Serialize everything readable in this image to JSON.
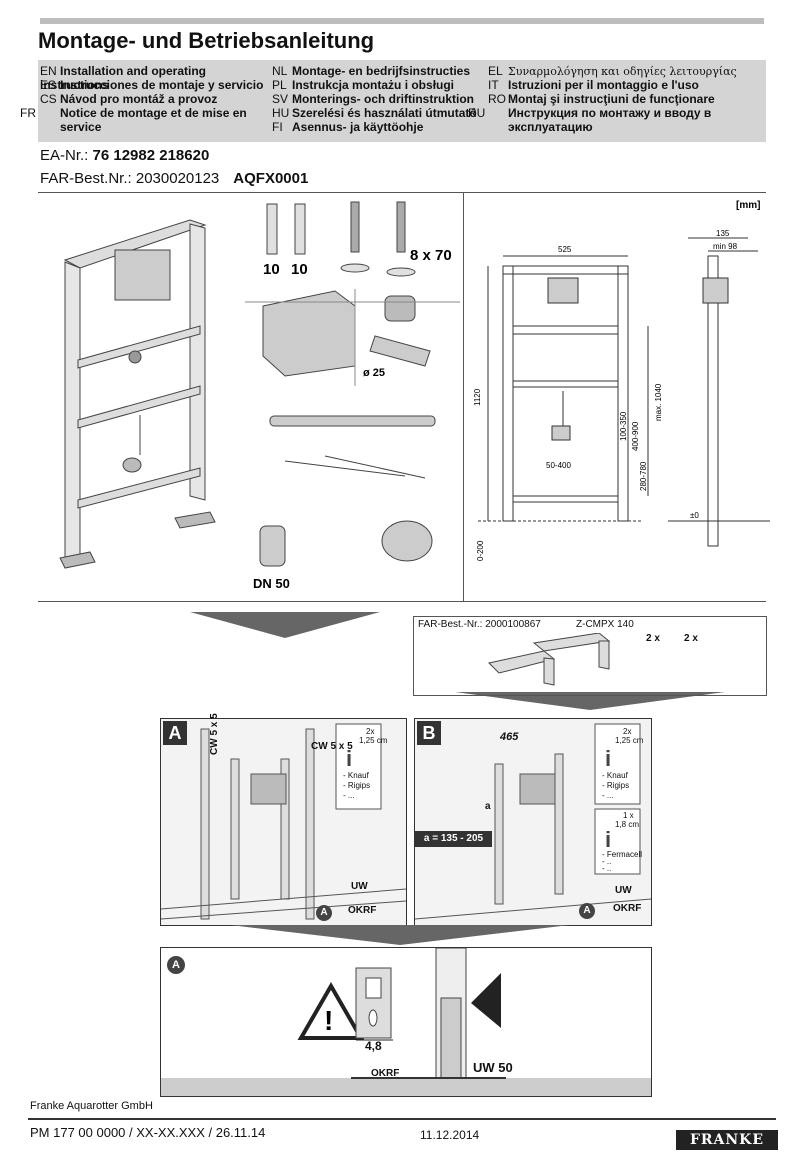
{
  "header": {
    "title": "Montage- und Betriebsanleitung"
  },
  "languages": [
    {
      "code": "EN",
      "text": "Installation and operating instructions"
    },
    {
      "code": "ES",
      "text": "Instrucciones de montaje y servicio"
    },
    {
      "code": "CS",
      "text": "Návod pro montáž a provoz"
    },
    {
      "code": "FR",
      "text": "Notice de montage et de mise en service"
    },
    {
      "code": "NL",
      "text": "Montage- en bedrijfsinstructies"
    },
    {
      "code": "PL",
      "text": "Instrukcja montażu i obsługi"
    },
    {
      "code": "SV",
      "text": "Monterings- och driftinstruktion"
    },
    {
      "code": "HU",
      "text": "Szerelési és használati útmutató"
    },
    {
      "code": "FI",
      "text": "Asennus- ja käyttöohje"
    },
    {
      "code": "EL",
      "text": "Συναρμολόγηση και οδηγίες λειτουργίας"
    },
    {
      "code": "IT",
      "text": "Istruzioni per il montaggio e l'uso"
    },
    {
      "code": "RO",
      "text": "Montaj şi instrucţiuni de funcţionare"
    },
    {
      "code": "RU",
      "text": "Инструкция по монтажу и вводу в эксплуатацию"
    }
  ],
  "ids": {
    "ean_label": "EA-Nr.:",
    "ean_value": "76 12982 218620",
    "far_label": "FAR-Best.Nr.: 2030020123",
    "far_value": "AQFX0001"
  },
  "parts": {
    "anchor_count_1": "10",
    "anchor_count_2": "10",
    "screw_size": "8 x 70",
    "diameter": "ø 25",
    "dn": "DN 50"
  },
  "drawing": {
    "unit": "[mm]",
    "width_525": "525",
    "dim_1120": "1120",
    "dim_100_350": "100-350",
    "dim_400_900": "400-900",
    "dim_max1040": "max. 1040",
    "dim_280_780": "280-780",
    "dim_50_400": "50-400",
    "dim_0_200": "0-200",
    "dim_135": "135",
    "dim_min98": "min 98",
    "zero": "±0"
  },
  "accessory": {
    "label": "FAR-Best.-Nr.: 2000100867",
    "code": "Z-CMPX 140",
    "qty1": "2 x",
    "qty2": "2 x"
  },
  "panel_a": {
    "label": "A",
    "cw1": "CW 5 x 5",
    "cw2": "CW 5 x 5",
    "info_qty": "2x",
    "info_size": "1,25 cm",
    "brands": [
      "- Knauf",
      "- Rigips",
      "- ..."
    ],
    "uw": "UW",
    "okrf": "OKRF",
    "circle": "A"
  },
  "panel_b": {
    "label": "B",
    "dim465": "465",
    "a_label": "a",
    "a_range": "a = 135 - 205",
    "info1_qty": "2x",
    "info1_size": "1,25 cm",
    "brands1": [
      "- Knauf",
      "- Rigips",
      "- ..."
    ],
    "info2_qty": "1 x",
    "info2_size": "1,8 cm",
    "brands2": [
      "- Fermacell",
      "- ..",
      "- .."
    ],
    "uw": "UW",
    "okrf": "OKRF",
    "circle": "A"
  },
  "detail": {
    "label": "A",
    "measure": "4,8",
    "okrf": "OKRF",
    "uw50": "UW 50"
  },
  "footer": {
    "company": "Franke Aquarotter GmbH",
    "pm": "PM 177 00  0000 / XX-XX.XXX / 26.11.14",
    "date": "11.12.2014",
    "logo": "FRANKE"
  }
}
